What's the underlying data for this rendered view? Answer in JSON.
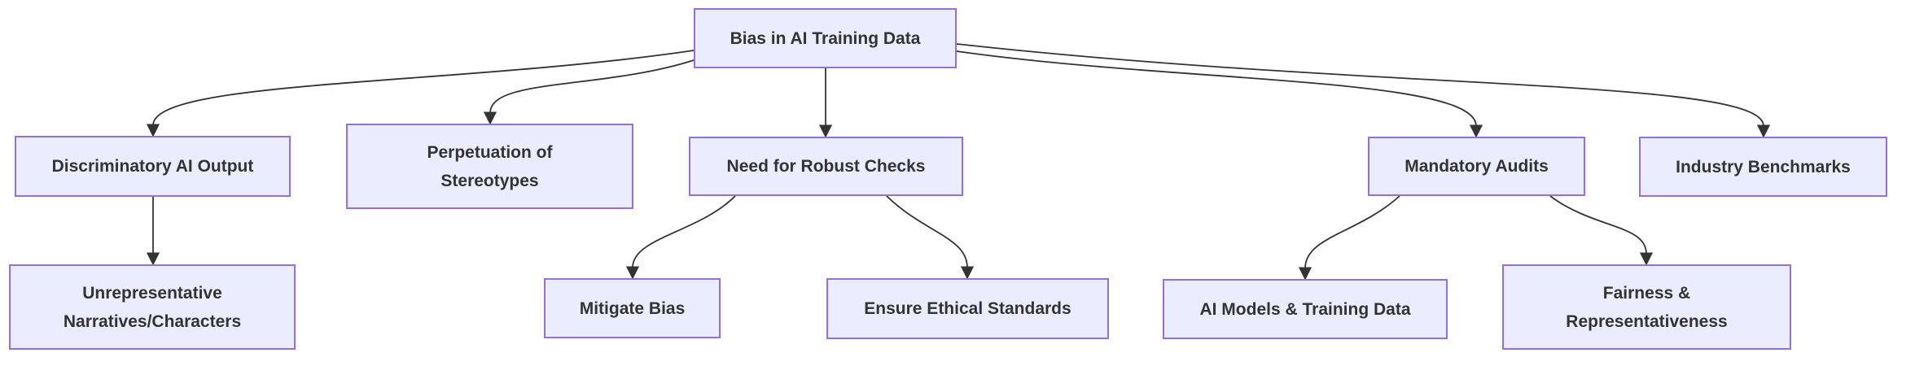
{
  "diagram": {
    "type": "flowchart",
    "direction": "top-down",
    "colors": {
      "background": "#FFFFFF",
      "node_fill": "#ECECFF",
      "node_border": "#9370DB",
      "node_text": "#333333",
      "edge_stroke": "#333333"
    },
    "nodes": {
      "bias": {
        "lines": [
          "Bias in AI Training Data"
        ]
      },
      "discriminatory": {
        "lines": [
          "Discriminatory AI Output"
        ]
      },
      "perpetuation": {
        "lines": [
          "Perpetuation of",
          "Stereotypes"
        ]
      },
      "need": {
        "lines": [
          "Need for Robust Checks"
        ]
      },
      "mandatory": {
        "lines": [
          "Mandatory Audits"
        ]
      },
      "industry": {
        "lines": [
          "Industry Benchmarks"
        ]
      },
      "unrepresentative": {
        "lines": [
          "Unrepresentative",
          "Narratives/Characters"
        ]
      },
      "mitigate": {
        "lines": [
          "Mitigate Bias"
        ]
      },
      "ensure": {
        "lines": [
          "Ensure Ethical Standards"
        ]
      },
      "aimodels": {
        "lines": [
          "AI Models & Training Data"
        ]
      },
      "fairness": {
        "lines": [
          "Fairness &",
          "Representativeness"
        ]
      }
    },
    "edges": [
      {
        "from": "bias",
        "to": "discriminatory"
      },
      {
        "from": "bias",
        "to": "perpetuation"
      },
      {
        "from": "bias",
        "to": "need"
      },
      {
        "from": "bias",
        "to": "mandatory"
      },
      {
        "from": "bias",
        "to": "industry"
      },
      {
        "from": "discriminatory",
        "to": "unrepresentative"
      },
      {
        "from": "need",
        "to": "mitigate"
      },
      {
        "from": "need",
        "to": "ensure"
      },
      {
        "from": "mandatory",
        "to": "aimodels"
      },
      {
        "from": "mandatory",
        "to": "fairness"
      }
    ]
  }
}
